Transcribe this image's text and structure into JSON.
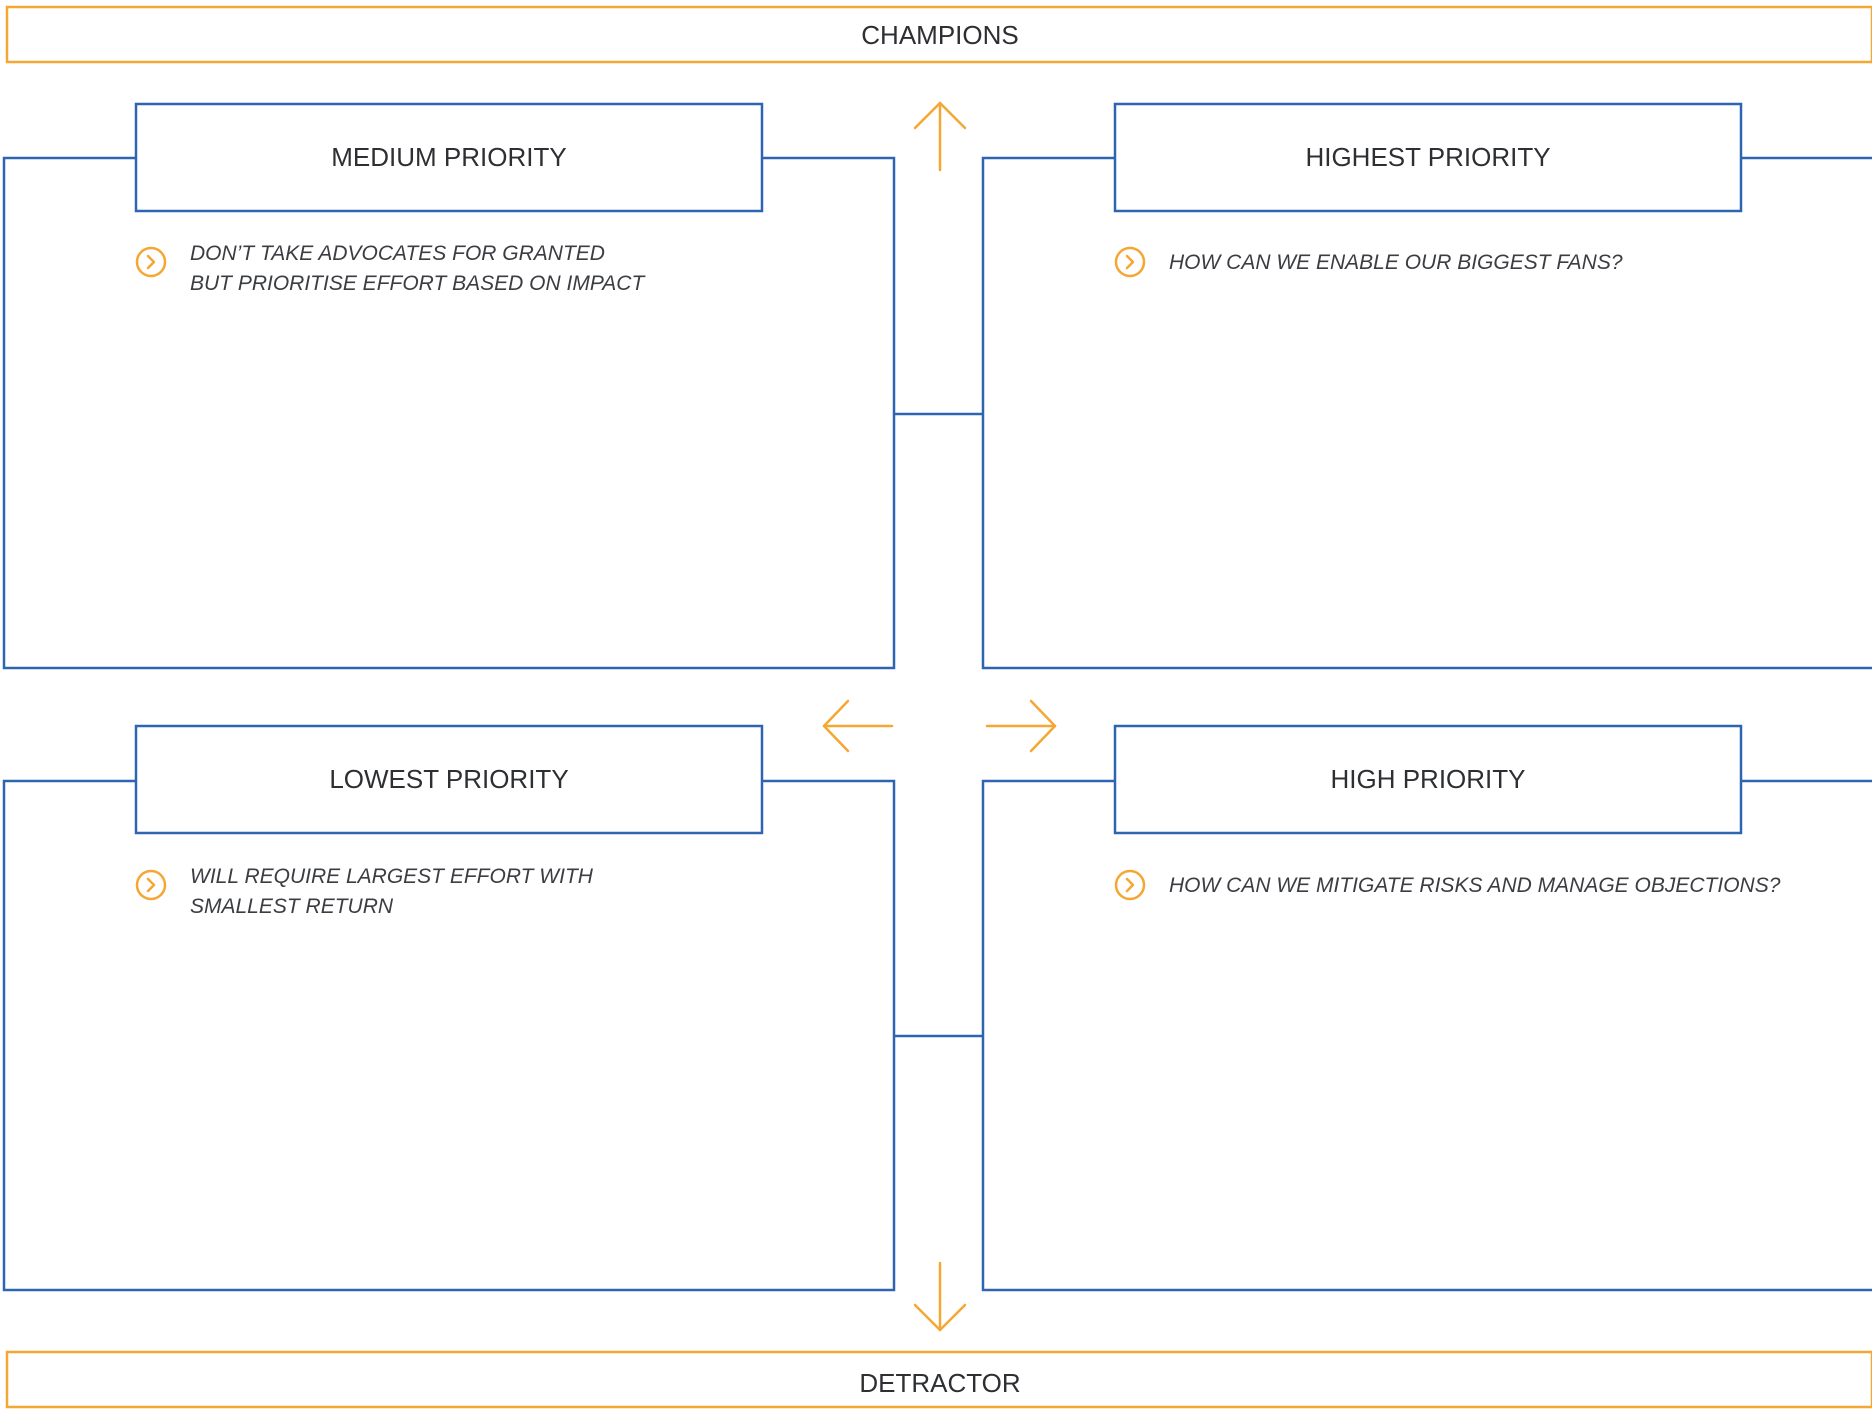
{
  "colors": {
    "orange": "#f5a733",
    "blue": "#2f64b0",
    "text": "#2d2f33"
  },
  "banners": {
    "top": "CHAMPIONS",
    "bottom": "DETRACTOR"
  },
  "quadrants": {
    "top_left": {
      "title": "MEDIUM PRIORITY",
      "note_lines": [
        "DON’T TAKE ADVOCATES FOR GRANTED",
        "BUT PRIORITISE EFFORT BASED ON IMPACT"
      ],
      "icon": "chevron-circle-icon"
    },
    "top_right": {
      "title": "HIGHEST PRIORITY",
      "note_lines": [
        "HOW CAN WE ENABLE OUR BIGGEST FANS?"
      ],
      "icon": "chevron-circle-icon"
    },
    "bottom_left": {
      "title": "LOWEST PRIORITY",
      "note_lines": [
        "WILL REQUIRE LARGEST EFFORT WITH",
        "SMALLEST RETURN"
      ],
      "icon": "chevron-circle-icon"
    },
    "bottom_right": {
      "title": "HIGH PRIORITY",
      "note_lines": [
        "HOW CAN WE MITIGATE RISKS AND MANAGE OBJECTIONS?"
      ],
      "icon": "chevron-circle-icon"
    }
  },
  "arrows": [
    "arrow-up-icon",
    "arrow-down-icon",
    "arrow-left-icon",
    "arrow-right-icon"
  ]
}
